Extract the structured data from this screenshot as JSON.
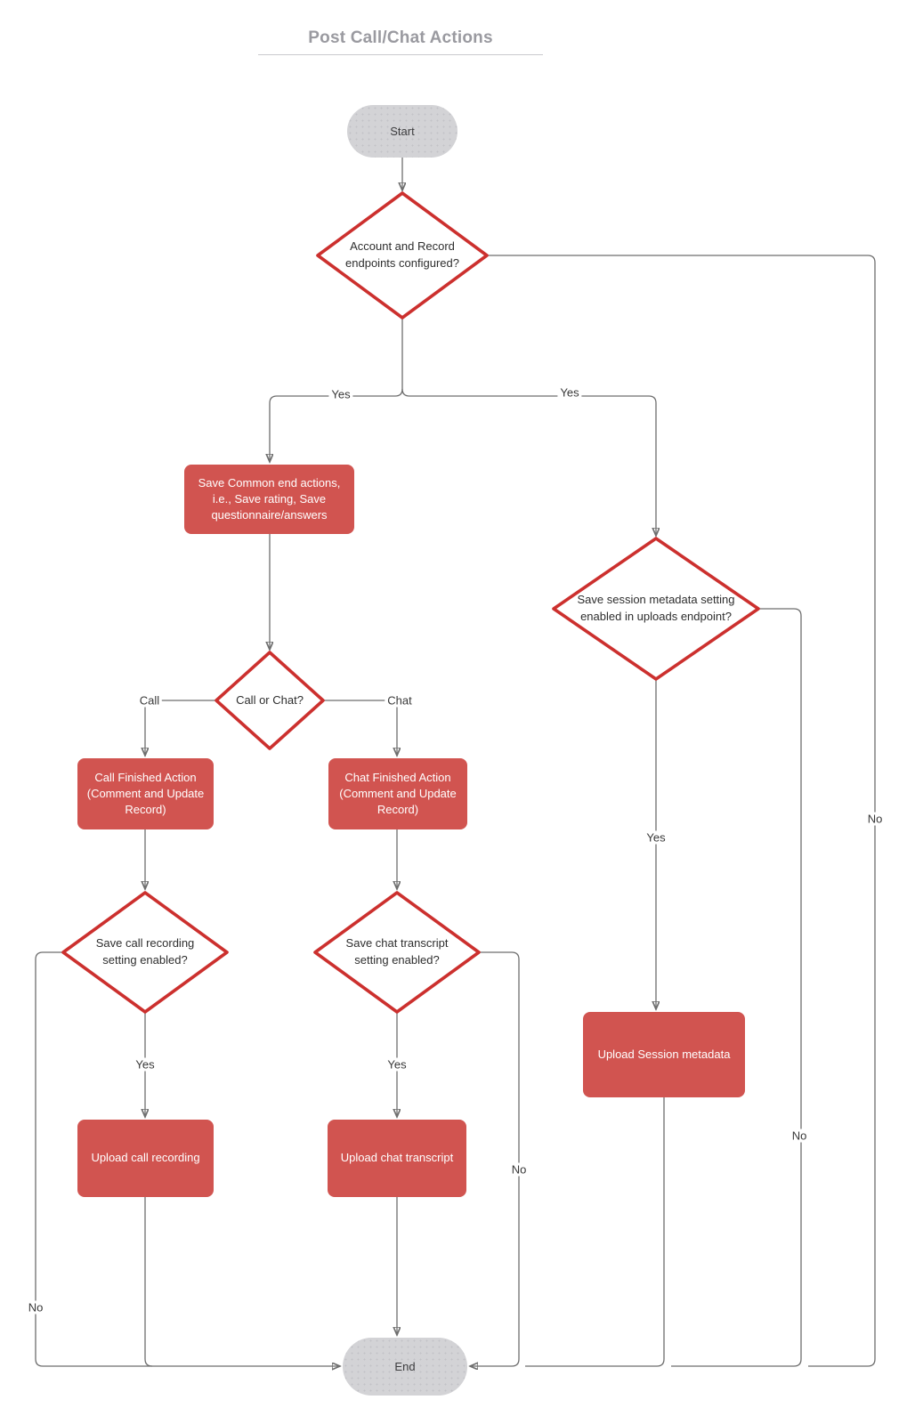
{
  "title": "Post Call/Chat Actions",
  "colors": {
    "node_red": "#d15450",
    "diamond_border": "#cc302e",
    "pill_gray": "#d3d3d6",
    "connector": "#6e6e6e",
    "title_gray": "#9a9aa0"
  },
  "nodes": {
    "start": "Start",
    "endpoints_configured": "Account and Record endpoints configured?",
    "save_common": "Save Common end actions, i.e., Save rating, Save questionnaire/answers",
    "call_or_chat": "Call or Chat?",
    "call_finished": "Call Finished Action (Comment and Update Record)",
    "chat_finished": "Chat Finished Action (Comment and Update Record)",
    "save_call_recording": "Save call recording setting enabled?",
    "save_chat_transcript": "Save chat transcript setting enabled?",
    "upload_call_recording": "Upload call recording",
    "upload_chat_transcript": "Upload chat transcript",
    "save_session_metadata": "Save session metadata setting enabled in uploads endpoint?",
    "upload_session_metadata": "Upload Session metadata",
    "end": "End"
  },
  "edge_labels": {
    "endpoints_yes_left": "Yes",
    "endpoints_yes_right": "Yes",
    "endpoints_no": "No",
    "branch_call": "Call",
    "branch_chat": "Chat",
    "call_recording_yes": "Yes",
    "call_recording_no": "No",
    "chat_transcript_yes": "Yes",
    "chat_transcript_no": "No",
    "session_metadata_yes": "Yes",
    "session_metadata_no": "No"
  }
}
